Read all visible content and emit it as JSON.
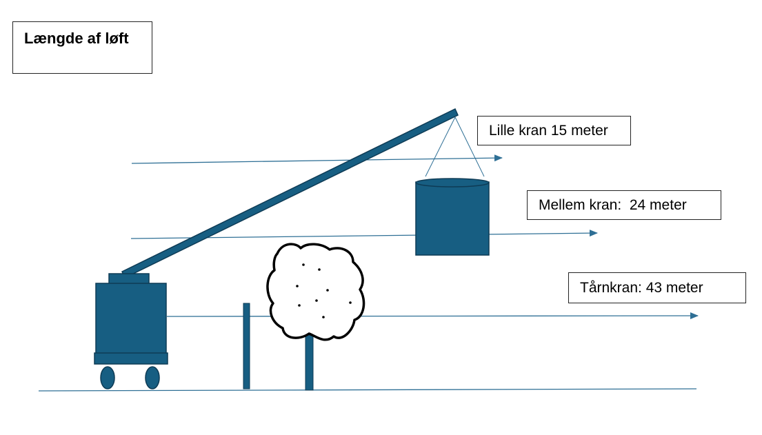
{
  "title": "Længde af løft",
  "labels": {
    "small_crane": "Lille kran 15 meter",
    "medium_crane": "Mellem kran:  24 meter",
    "tower_crane": "Tårnkran: 43 meter"
  },
  "colors": {
    "crane_fill": "#175E82",
    "crane_outline": "#0E3B55",
    "arrow_line": "#2E6F95",
    "tree_outline": "#000000",
    "box_border": "#222222"
  },
  "icons": {
    "crane": "mobile-crane-icon",
    "load": "bucket-load-icon",
    "tree": "tree-icon",
    "post": "fence-post-icon"
  }
}
